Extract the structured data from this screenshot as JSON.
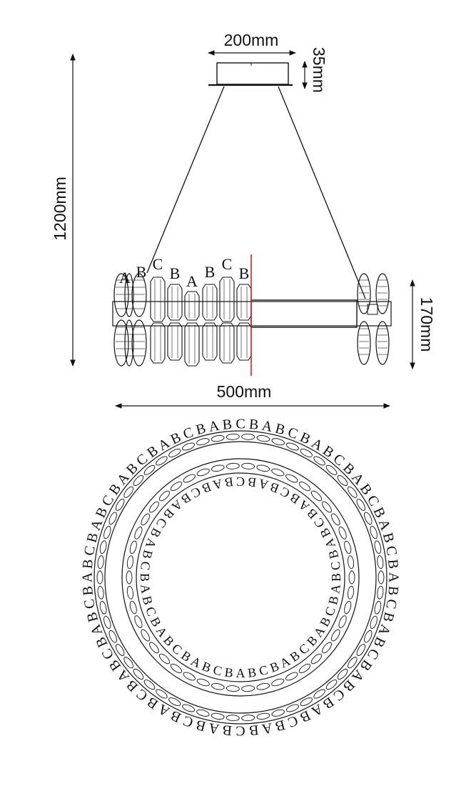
{
  "dimensions": {
    "canopy_width": "200mm",
    "canopy_height": "35mm",
    "total_height": "1200mm",
    "ring_height": "170mm",
    "ring_diameter": "500mm"
  },
  "crystal_labels_side": [
    "A",
    "B",
    "C",
    "B",
    "A",
    "B",
    "C",
    "B"
  ],
  "ring_pattern": "CBAB",
  "colors": {
    "line": "#111111",
    "section_line": "#d62020",
    "background": "#ffffff"
  }
}
